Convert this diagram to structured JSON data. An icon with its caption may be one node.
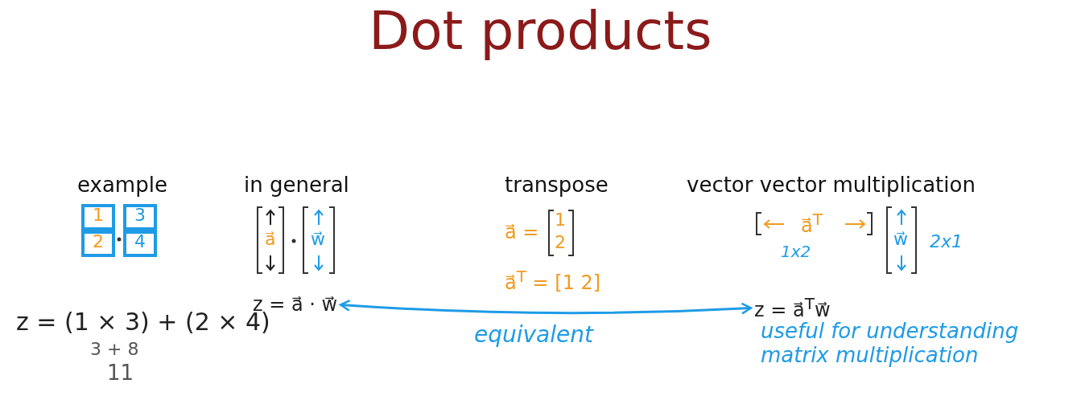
{
  "diagram": {
    "title": "Dot products",
    "nodes": [
      {
        "text": [
          "z = a⃗ · w⃗"
        ]
      },
      {
        "text": [
          "z = a⃗$^{T}$w⃗"
        ]
      }
    ],
    "edges": [
      {
        "from": 0,
        "to": 1,
        "arrow": "both",
        "label": "equivalent"
      }
    ],
    "labels": [
      "example",
      "1",
      "2",
      "3",
      "4",
      "z = (1 × 3) + (2 × 4)",
      "3 + 8",
      "11",
      "in general",
      "a⃗",
      "w⃗",
      "transpose",
      "a⃗ =",
      "1",
      "2",
      "a⃗$^{T}$ = [1   2]",
      "vector vector multiplication",
      "a⃗$^{T}$",
      "1x2",
      "w⃗",
      "2x1",
      "useful for understanding matrix multiplication"
    ]
  }
}
